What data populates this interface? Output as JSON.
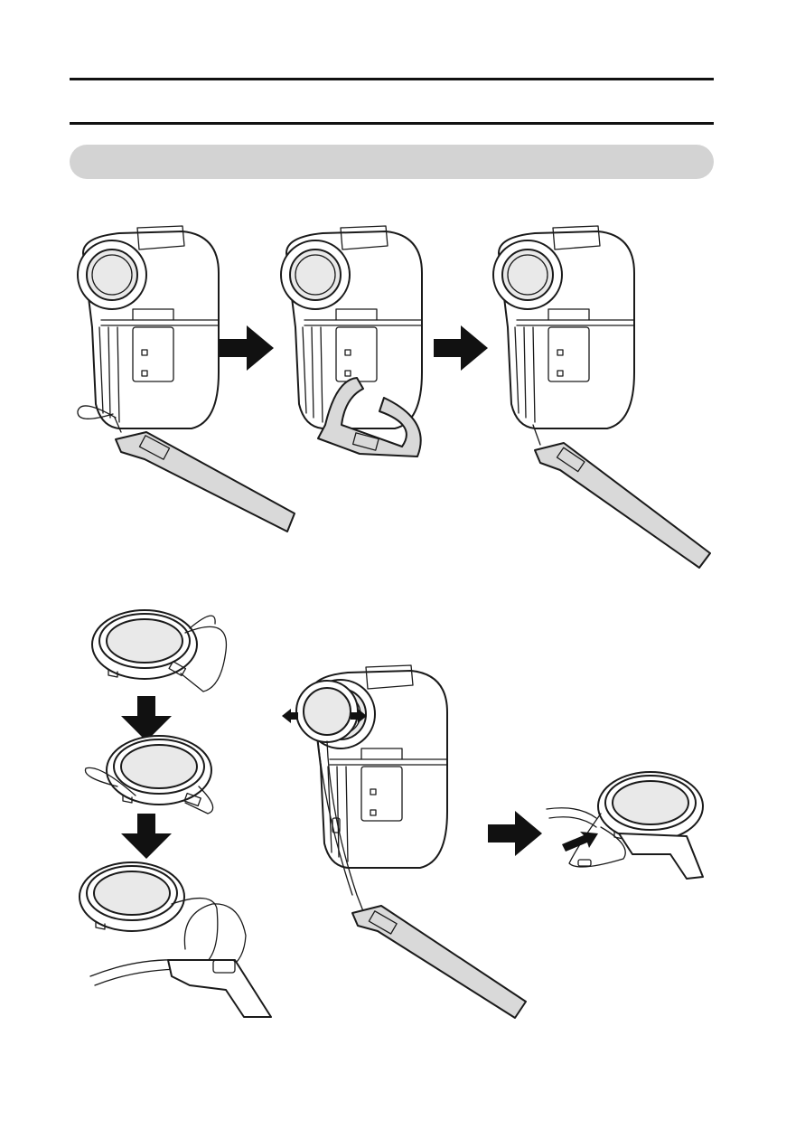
{
  "page": {
    "header_text": "",
    "section_title": ""
  },
  "colors": {
    "rule": "#111111",
    "section_bar": "#d3d3d3",
    "strap_fill": "#d9d9d9",
    "lens_fill": "#e9e9e9",
    "arrow": "#111111"
  },
  "figures": {
    "strap_steps": [
      "camera-with-loop",
      "camera-strap-threaded",
      "camera-with-strap-attached"
    ],
    "lens_cap_steps": [
      "lens-cap-cord",
      "lens-cap-loop",
      "lens-cap-on-strap",
      "camera-with-lens-cap",
      "lens-cap-cord-detail"
    ]
  }
}
